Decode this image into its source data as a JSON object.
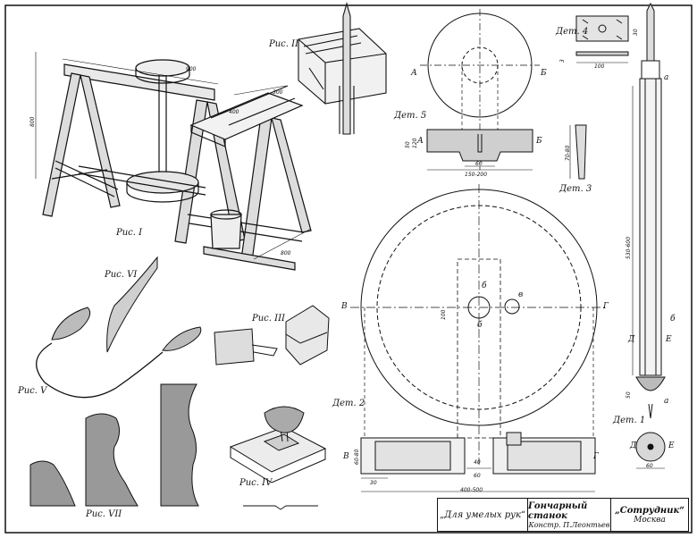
{
  "figures": {
    "fig1": "Рис. I",
    "fig2": "Рис. II",
    "fig3": "Рис. III",
    "fig4": "Рис. IV",
    "fig5": "Рис. V",
    "fig6": "Рис. VI",
    "fig7": "Рис. VII"
  },
  "details": {
    "det1": "Дет. 1",
    "det2": "Дет. 2",
    "det3": "Дет. 3",
    "det4": "Дет. 4",
    "det5": "Дет. 5"
  },
  "points": {
    "A": "А",
    "B5": "Б",
    "V": "В",
    "G": "Г",
    "D": "Д",
    "E": "Е",
    "a": "а",
    "b": "б",
    "b2": "б",
    "v": "в",
    "A2": "А",
    "B2": "Б",
    "V2": "В",
    "G2": "Г",
    "D2": "Д",
    "E2": "Е",
    "a2": "а",
    "b3": "б"
  },
  "dimensions": {
    "d900": "900",
    "d800v": "800",
    "d300": "300",
    "d400": "400",
    "d800": "800",
    "d50a": "50",
    "d120": "120",
    "d60": "60",
    "d150_200": "150-200",
    "d70_80": "70-80",
    "d30a": "30",
    "d100a": "100",
    "d100b": "100",
    "d3": "3",
    "d530_600": "530-600",
    "d50b": "50",
    "d60_80": "60-80",
    "d30b": "30",
    "d40": "40",
    "d60b": "60",
    "d400_500": "400-500",
    "d60c": "60"
  },
  "title_block": {
    "series": "„Для умелых рук“",
    "title": "Гончарный станок",
    "author": "Констр. П.Леонтьев",
    "org": "„Сотрудник“",
    "city": "Москва"
  }
}
